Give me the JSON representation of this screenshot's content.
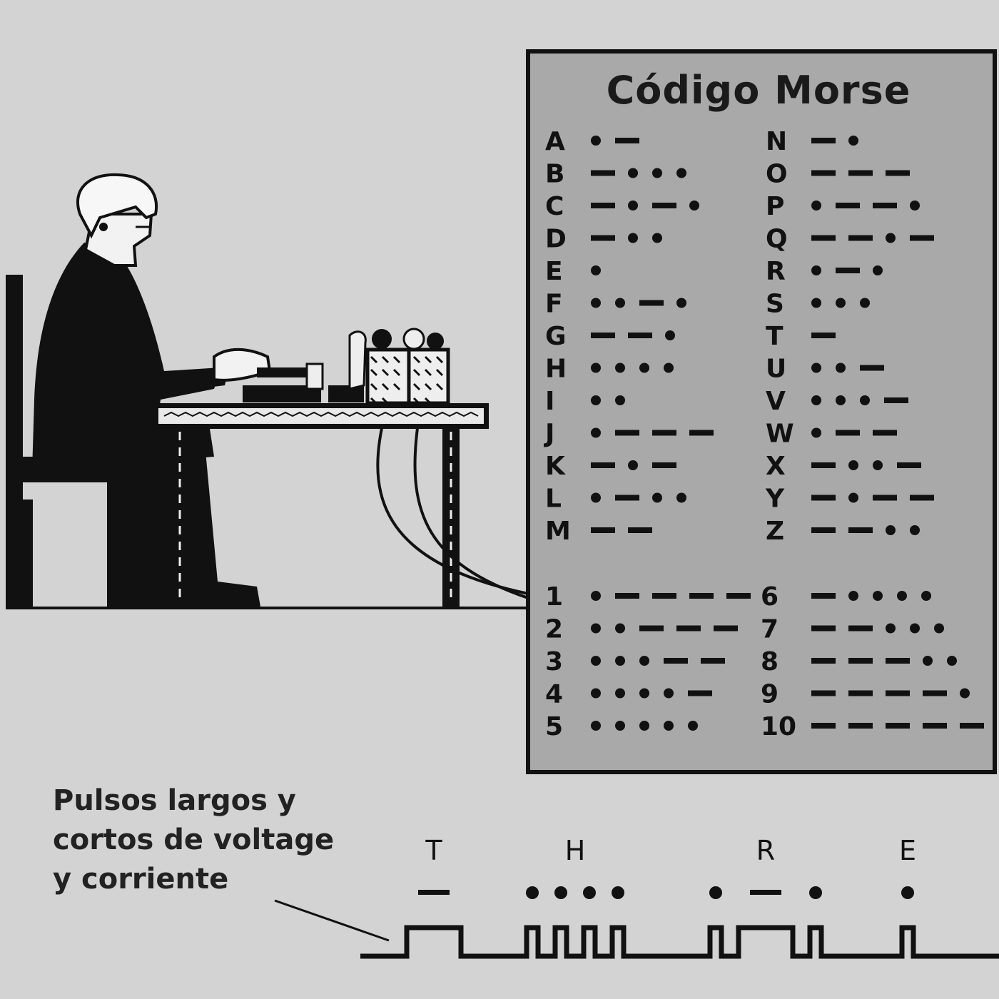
{
  "chart": {
    "title": "Código Morse",
    "left_column": [
      {
        "label": "A",
        "code": ".-"
      },
      {
        "label": "B",
        "code": "-..."
      },
      {
        "label": "C",
        "code": "-.-."
      },
      {
        "label": "D",
        "code": "-.."
      },
      {
        "label": "E",
        "code": "."
      },
      {
        "label": "F",
        "code": "..-."
      },
      {
        "label": "G",
        "code": "--."
      },
      {
        "label": "H",
        "code": "...."
      },
      {
        "label": "I",
        "code": ".."
      },
      {
        "label": "J",
        "code": ".---"
      },
      {
        "label": "K",
        "code": "-.-"
      },
      {
        "label": "L",
        "code": ".-.."
      },
      {
        "label": "M",
        "code": "--"
      }
    ],
    "right_column": [
      {
        "label": "N",
        "code": "-."
      },
      {
        "label": "O",
        "code": "---"
      },
      {
        "label": "P",
        "code": ".--."
      },
      {
        "label": "Q",
        "code": "--.-"
      },
      {
        "label": "R",
        "code": ".-."
      },
      {
        "label": "S",
        "code": "..."
      },
      {
        "label": "T",
        "code": "-"
      },
      {
        "label": "U",
        "code": "..-"
      },
      {
        "label": "V",
        "code": "...-"
      },
      {
        "label": "W",
        "code": ".--"
      },
      {
        "label": "X",
        "code": "-..-"
      },
      {
        "label": "Y",
        "code": "-.--"
      },
      {
        "label": "Z",
        "code": "--.."
      }
    ],
    "digits_left": [
      {
        "label": "1",
        "code": ".----"
      },
      {
        "label": "2",
        "code": "..---"
      },
      {
        "label": "3",
        "code": "...--"
      },
      {
        "label": "4",
        "code": "....-"
      },
      {
        "label": "5",
        "code": "....."
      }
    ],
    "digits_right": [
      {
        "label": "6",
        "code": "-...."
      },
      {
        "label": "7",
        "code": "--..."
      },
      {
        "label": "8",
        "code": "---.."
      },
      {
        "label": "9",
        "code": "----."
      },
      {
        "label": "10",
        "code": "-----"
      }
    ]
  },
  "caption": {
    "lines": [
      "Pulsos largos y",
      "cortos de voltage",
      "y corriente"
    ]
  },
  "signal": {
    "letters": [
      {
        "label": "T",
        "code": "-"
      },
      {
        "label": "H",
        "code": "...."
      },
      {
        "label": "R",
        "code": ".-."
      },
      {
        "label": "E",
        "code": "."
      }
    ]
  },
  "colors": {
    "background": "#d3d3d3",
    "panel": "#a9a9a9",
    "ink": "#111111"
  }
}
